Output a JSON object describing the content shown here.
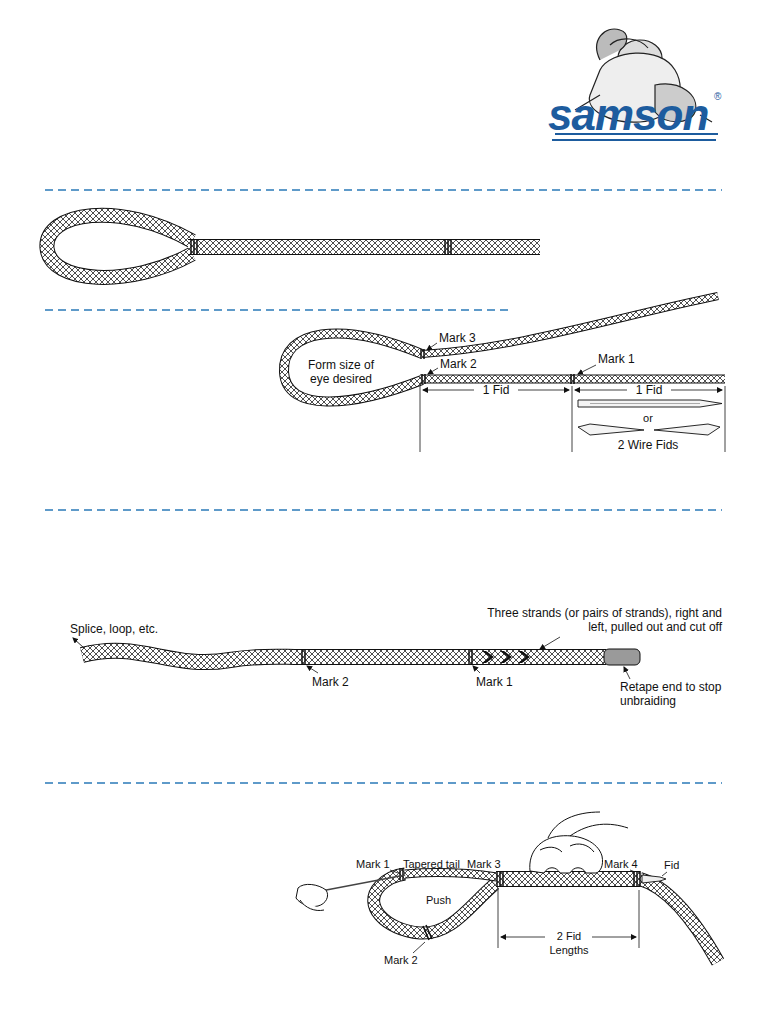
{
  "diagram": {
    "labels": [
      "samson",
      "®",
      "Mark 3",
      "Mark 2",
      "Form size of eye desired",
      "Mark 1",
      "1 Fid",
      "1 Fid",
      "or",
      "2 Wire Fids",
      "Splice, loop, etc.",
      "Three strands (or pairs of strands), right and left, pulled out and cut off",
      "Retape end to stop unbraiding",
      "Mark 2",
      "Mark 1",
      "Mark 1",
      "Tapered tail",
      "Mark 3",
      "Mark 4",
      "Fid",
      "Push",
      "Mark 2",
      "2 Fid Lengths"
    ]
  }
}
